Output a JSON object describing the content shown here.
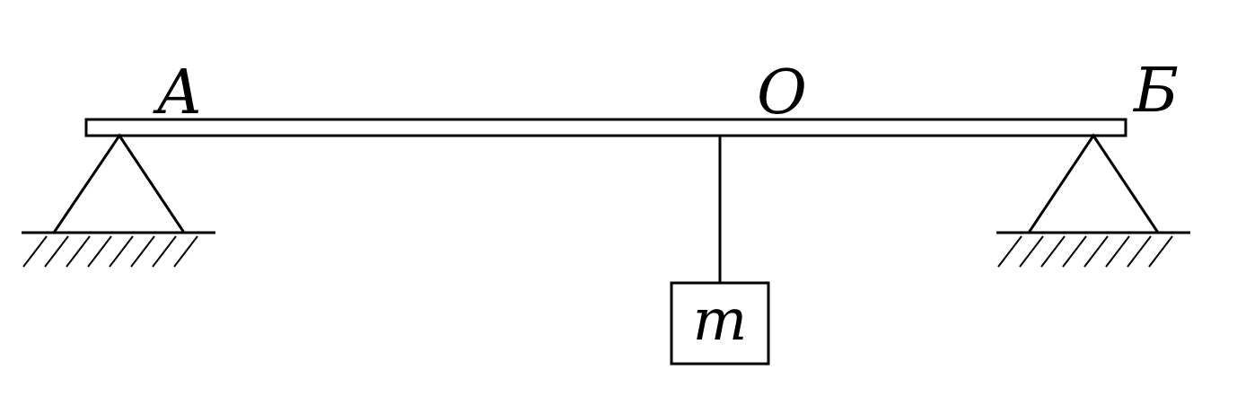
{
  "diagram": {
    "labels": {
      "point_a": "А",
      "point_o": "О",
      "point_b": "Б",
      "mass": "m"
    },
    "colors": {
      "ink": "#000000",
      "background": "#ffffff"
    }
  }
}
